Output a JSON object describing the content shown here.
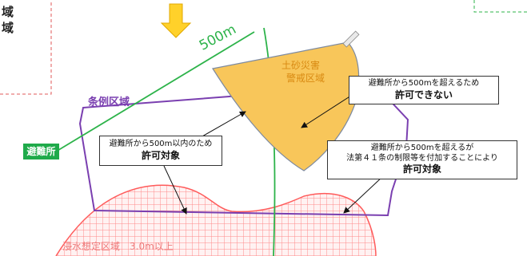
{
  "legend": {
    "line1_fragment": "域",
    "line2_fragment": "域"
  },
  "diagram": {
    "distance_label": "500m",
    "landslide_zone_label_1": "土砂災害",
    "landslide_zone_label_2": "警戒区域",
    "ordinance_area_label": "条例区域",
    "shelter_label": "避難所",
    "flood_zone_label": "浸水想定区域　3.0m以上"
  },
  "callouts": {
    "not_permitted": {
      "line1": "避難所から500mを超えるため",
      "line2": "許可できない"
    },
    "within": {
      "line1": "避難所から500m以内のため",
      "line2": "許可対象"
    },
    "beyond_conditional": {
      "line1": "避難所から500mを超えるが",
      "line2": "法第４１条の制限等を付加することにより",
      "line3": "許可対象"
    }
  },
  "colors": {
    "landslide_fill": "#f8c65a",
    "ordinance_border": "#7a3fb0",
    "green_line": "#2db34a",
    "flood_grid": "#ff6b6b",
    "arrow_fill": "#ffd12a",
    "landslide_text": "#d98a12"
  }
}
